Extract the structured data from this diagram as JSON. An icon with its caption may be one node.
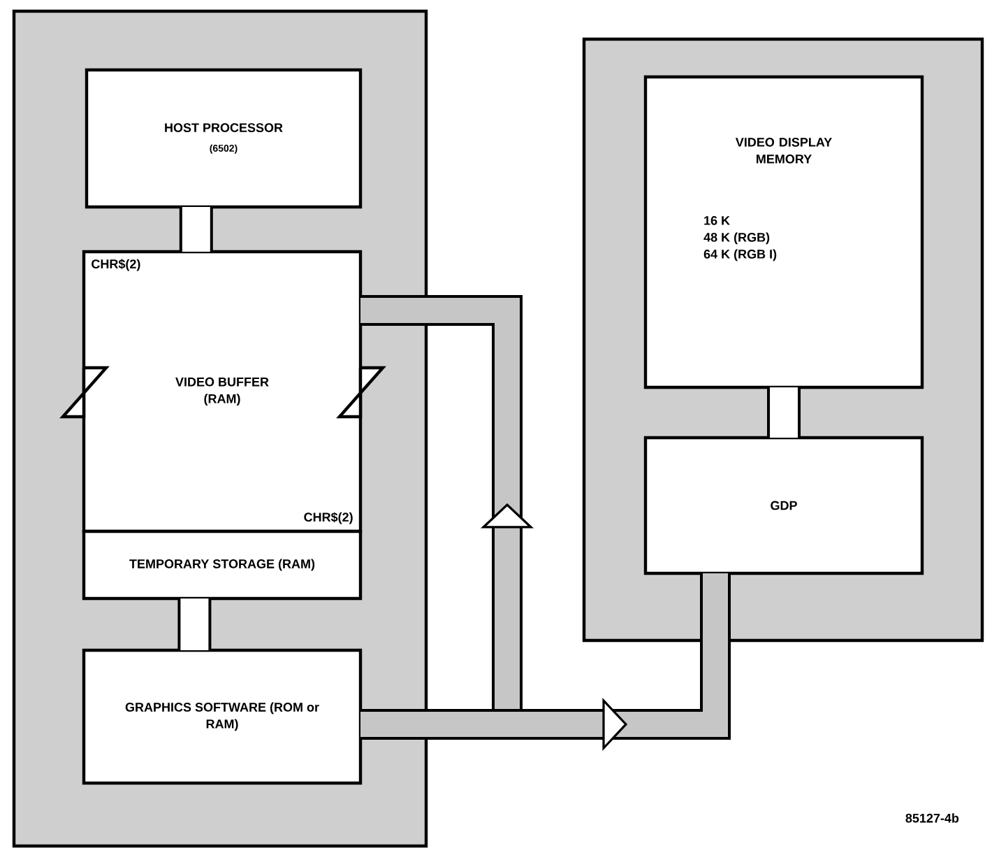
{
  "diagram": {
    "nodes": [
      {
        "text": [],
        "shape": "box"
      },
      {
        "text": [
          "HOST PROCESSOR",
          "(6502)"
        ],
        "in": 0
      },
      {
        "text": [
          "CHR$(2)",
          "VIDEO BUFFER (RAM)",
          "CHR$(2)"
        ],
        "in": 0
      },
      {
        "text": [
          "TEMPORARY STORAGE (RAM)"
        ],
        "in": 0
      },
      {
        "text": [
          "GRAPHICS SOFTWARE (ROM or RAM)"
        ],
        "in": 0
      },
      {
        "text": [],
        "shape": "box"
      },
      {
        "text": [
          "VIDEO DISPLAY MEMORY",
          "16 K",
          "48 K (RGB)",
          "64 K (RGB I)"
        ],
        "in": 5
      },
      {
        "text": [
          "GDP"
        ],
        "in": 5
      }
    ],
    "edges": [
      {
        "from": 1,
        "to": 2,
        "arrow": "none"
      },
      {
        "from": 3,
        "to": 4,
        "arrow": "none"
      },
      {
        "from": 6,
        "to": 7,
        "arrow": "none"
      },
      {
        "from": 4,
        "to": 2,
        "arrow": "to"
      },
      {
        "from": 4,
        "to": 7,
        "arrow": "to"
      }
    ],
    "labels": [
      "85127-4b"
    ]
  }
}
